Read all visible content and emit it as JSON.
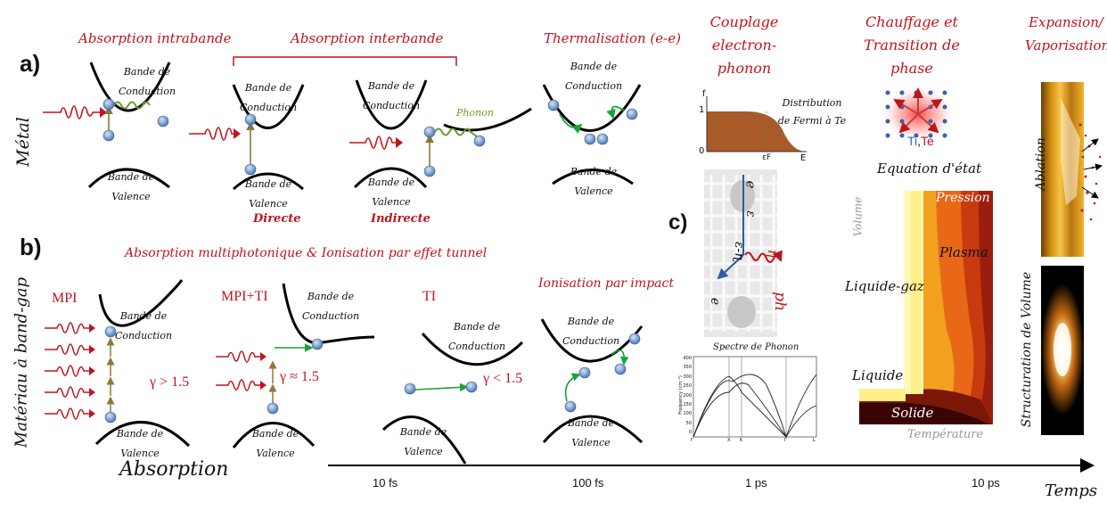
{
  "headers": {
    "intraband": "Absorption intrabande",
    "interband": "Absorption interbande",
    "thermal": "Thermalisation (e-e)",
    "coupling_1": "Couplage",
    "coupling_2": "electron-phonon",
    "heating_1": "Chauffage et",
    "heating_2": "Transition de phase",
    "expansion_1": "Expansion/",
    "expansion_2": "Vaporisation"
  },
  "panel_labels": {
    "a": "a)",
    "b": "b)",
    "c": "c)"
  },
  "row_labels": {
    "metal": "Métal",
    "bandgap": "Matériau à band-gap"
  },
  "bands": {
    "conduction_1": "Bande de",
    "conduction_2": "Conduction",
    "valence_1": "Bande de",
    "valence_2": "Valence"
  },
  "interband_types": {
    "direct": "Directe",
    "indirect": "Indirecte"
  },
  "phonon_label": "Phonon",
  "multiphoton_header": "Absorption multiphotonique & Ionisation par effet tunnel",
  "impact_header": "Ionisation par impact",
  "mechanisms": {
    "mpi": "MPI",
    "mpi_ti": "MPI+TI",
    "ti": "TI"
  },
  "keldysh": {
    "mpi": "γ > 1.5",
    "mpi_ti": "γ ≈ 1.5",
    "ti": "γ < 1.5"
  },
  "fermi": {
    "label_1": "Distribution",
    "label_2": "de Fermi à Te",
    "f_axis": "f",
    "one": "1",
    "zero": "0",
    "ef": "εF",
    "e_axis": "E"
  },
  "phonon_diagram": {
    "e_minus": "e",
    "e_minus_k": "e",
    "eps": "ε",
    "eps_minus": "ε-ɳ",
    "n": "ɳ",
    "ph": "ph"
  },
  "phonon_spectrum": {
    "title": "Spectre de Phonon",
    "ylabel": "Frequency (cm⁻¹)",
    "yticks": [
      "400",
      "350",
      "300",
      "250",
      "200",
      "150",
      "100",
      "50",
      "0"
    ],
    "xticks": [
      "Γ",
      "X",
      "K",
      "Γ",
      "L"
    ]
  },
  "eos": {
    "title": "Equation d'état",
    "volume": "Volume",
    "temperature": "Température",
    "pressure": "Pression",
    "plasma": "Plasma",
    "liquid_gas": "Liquide-gaz",
    "liquid": "Liquide",
    "solid": "Solide"
  },
  "lattice": {
    "ti": "Ti",
    "sep": ",",
    "te": "Te"
  },
  "expansion": {
    "ablation": "Ablation",
    "volume_struct": "Structuration de Volume"
  },
  "timeline": {
    "absorption": "Absorption",
    "t1": "10 fs",
    "t2": "100 fs",
    "t3": "1 ps",
    "t4": "10 ps",
    "axis": "Temps"
  }
}
